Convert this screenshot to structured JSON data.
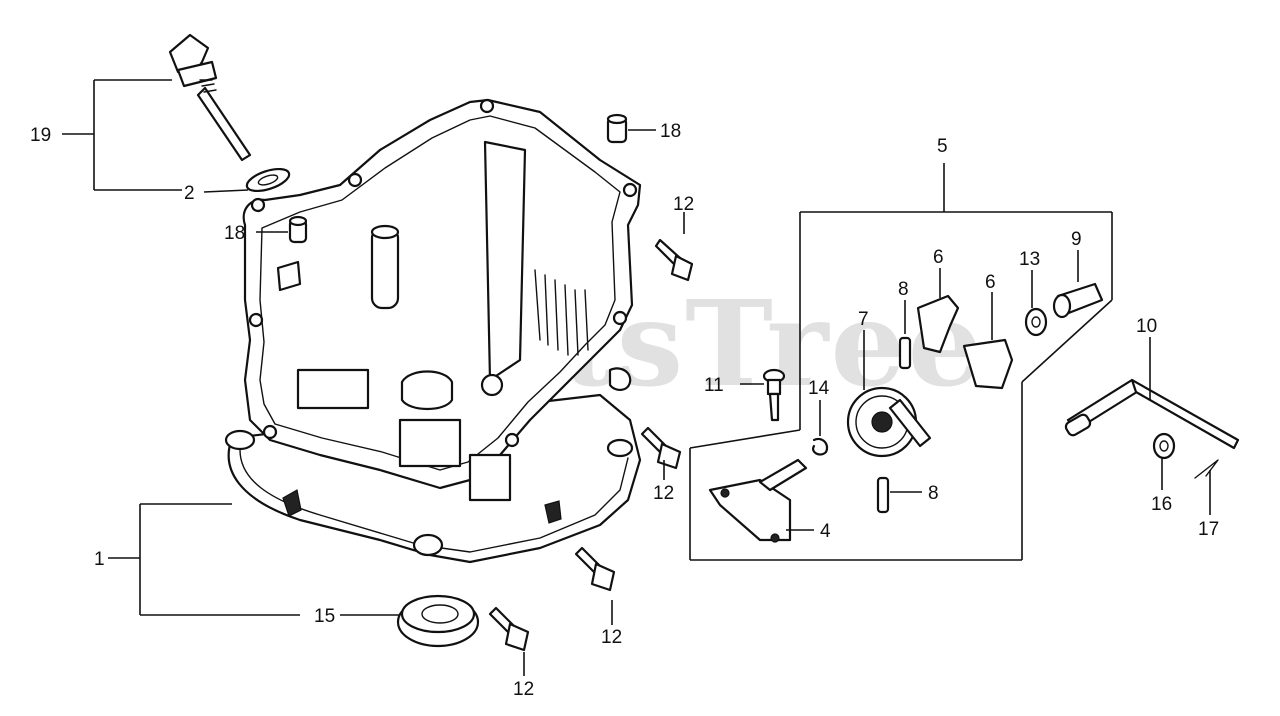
{
  "watermark": "PartsTree",
  "callouts": {
    "c1": "1",
    "c2": "2",
    "c4": "4",
    "c5": "5",
    "c6a": "6",
    "c6b": "6",
    "c7": "7",
    "c8a": "8",
    "c8b": "8",
    "c9": "9",
    "c10": "10",
    "c11": "11",
    "c12a": "12",
    "c12b": "12",
    "c12c": "12",
    "c12d": "12",
    "c13": "13",
    "c14": "14",
    "c15": "15",
    "c16": "16",
    "c17": "17",
    "c18a": "18",
    "c18b": "18",
    "c19": "19"
  }
}
